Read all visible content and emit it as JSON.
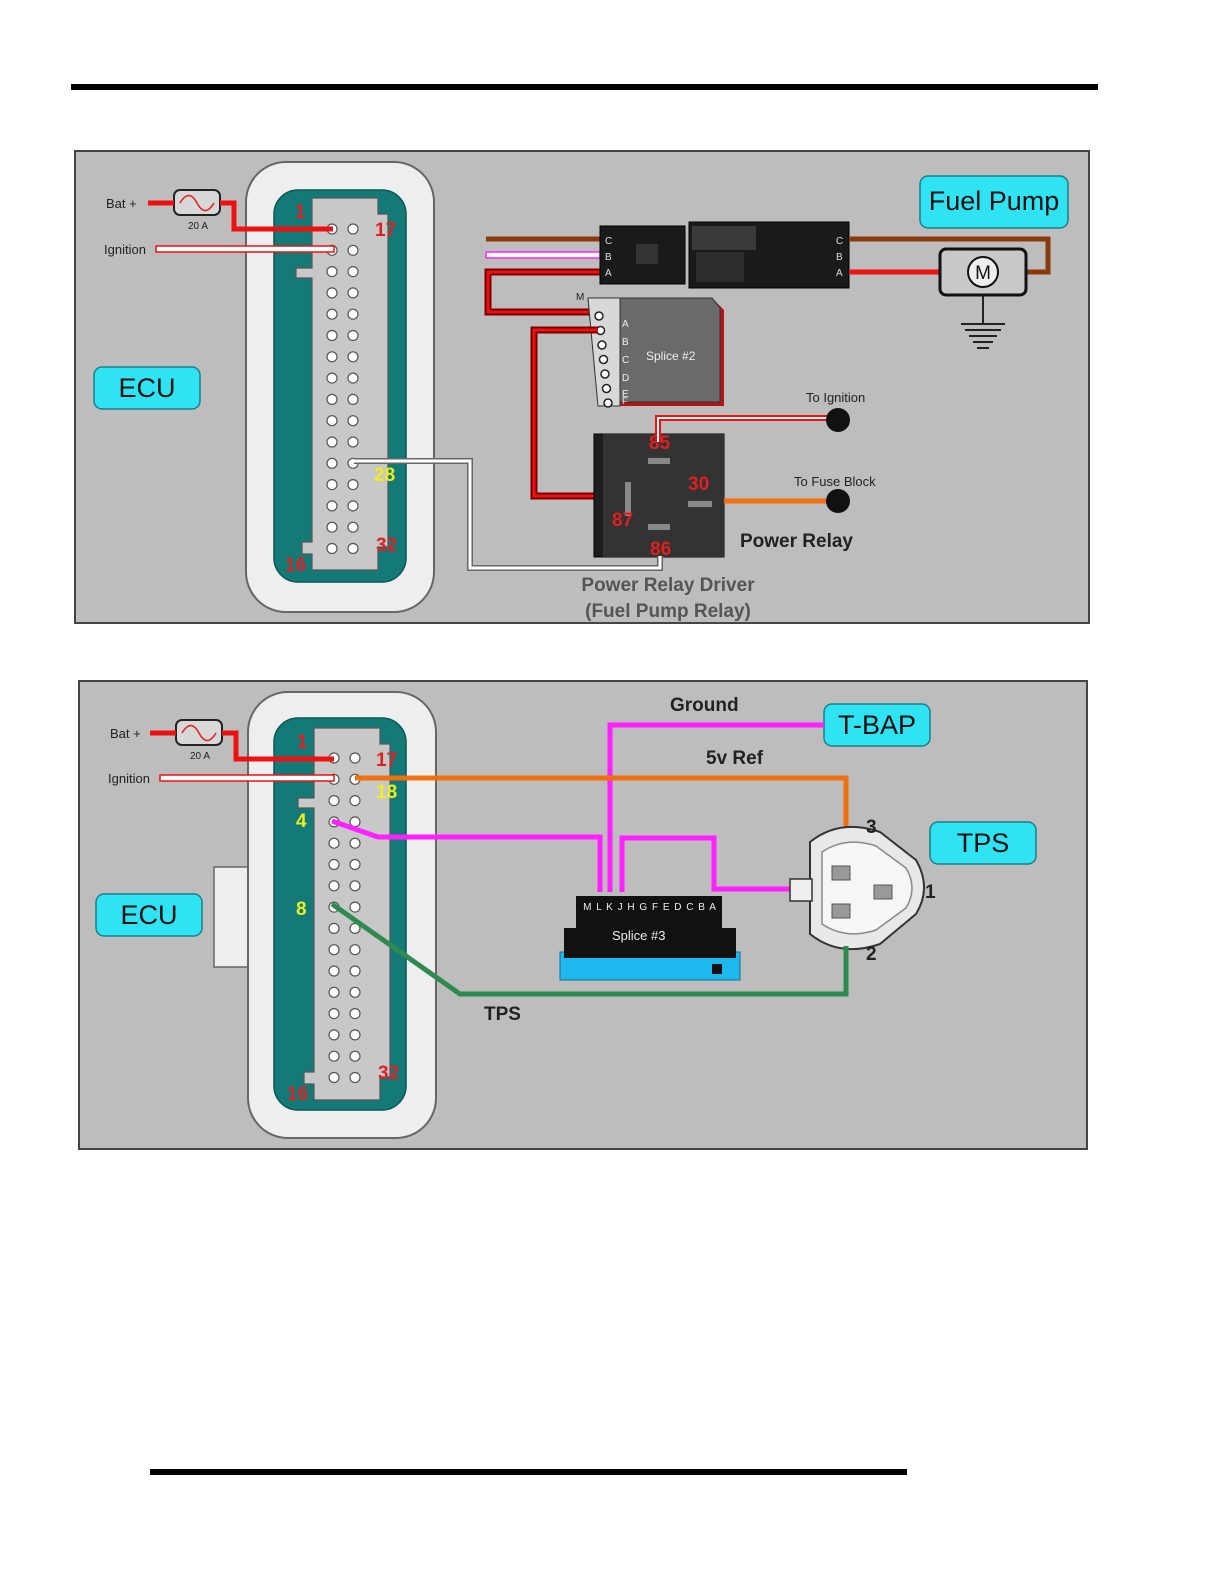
{
  "colors": {
    "panel_bg": "#bdbdbd",
    "connector_teal": "#137a78",
    "tag_cyan": "#2fe3f2",
    "wire_red": "#ee1111",
    "wire_brown": "#8b3a0e",
    "wire_orange": "#f07010",
    "wire_magenta": "#ff20ff",
    "wire_green": "#2f8a50",
    "wire_white": "#ffffff"
  },
  "diagram1": {
    "bat_label": "Bat +",
    "fuse_label": "20 A",
    "ignition_label": "Ignition",
    "ecu_tag": "ECU",
    "pin_1": "1",
    "pin_17": "17",
    "pin_28": "28",
    "pin_16": "16",
    "pin_32": "32",
    "fuel_pump_tag": "Fuel Pump",
    "conn_left_c": "C",
    "conn_left_b": "B",
    "conn_left_a": "A",
    "conn_right_c": "C",
    "conn_right_b": "B",
    "conn_right_a": "A",
    "motor_label": "M",
    "splice_m": "M",
    "splice_label": "Splice #2",
    "splice_a": "A",
    "splice_b": "B",
    "splice_c": "C",
    "splice_d": "D",
    "splice_e": "E",
    "splice_f": "F",
    "to_ignition": "To Ignition",
    "to_fuse_block": "To Fuse Block",
    "relay_85": "85",
    "relay_30": "30",
    "relay_87": "87",
    "relay_86": "86",
    "power_relay": "Power Relay",
    "driver_line1": "Power Relay Driver",
    "driver_line2": "(Fuel Pump Relay)"
  },
  "diagram2": {
    "bat_label": "Bat +",
    "fuse_label": "20 A",
    "ignition_label": "Ignition",
    "ecu_tag": "ECU",
    "pin_1": "1",
    "pin_17": "17",
    "pin_18": "18",
    "pin_4": "4",
    "pin_8": "8",
    "pin_16": "16",
    "pin_32": "32",
    "ground_label": "Ground",
    "tbap_tag": "T-BAP",
    "ref_label": "5v Ref",
    "tps_tag": "TPS",
    "tps_pin_3": "3",
    "tps_pin_1": "1",
    "tps_pin_2": "2",
    "splice_letters": "M L K J H G F E D C B A",
    "splice_label": "Splice #3",
    "tps_wire_label": "TPS"
  }
}
